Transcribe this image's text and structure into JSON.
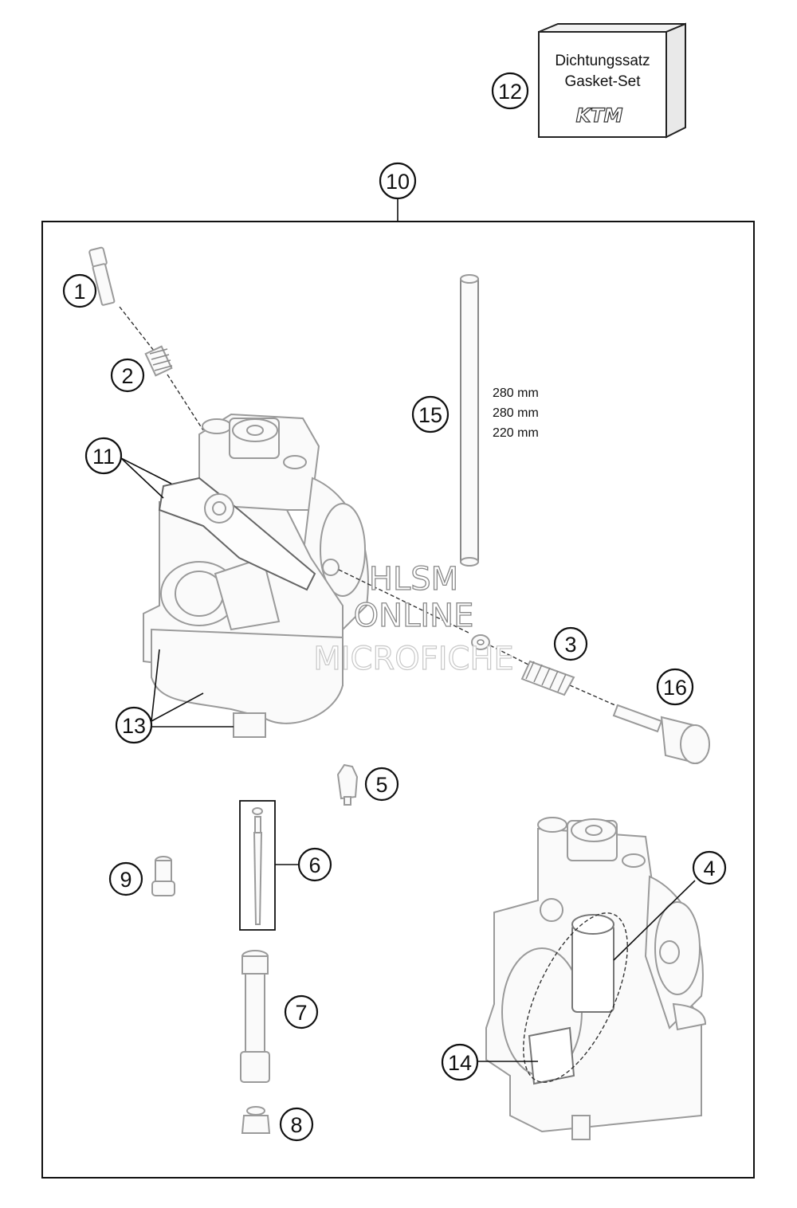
{
  "gasket_box": {
    "line1": "Dichtungssatz",
    "line2": "Gasket-Set",
    "logo": "KTM"
  },
  "tube_lengths": [
    "280 mm",
    "280 mm",
    "220 mm"
  ],
  "callouts": {
    "c1": "1",
    "c2": "2",
    "c3": "3",
    "c4": "4",
    "c5": "5",
    "c6": "6",
    "c7": "7",
    "c8": "8",
    "c9": "9",
    "c10": "10",
    "c11": "11",
    "c12": "12",
    "c13": "13",
    "c14": "14",
    "c15": "15",
    "c16": "16"
  },
  "watermark": {
    "line1": "HLSM",
    "line2": "ONLINE",
    "line3": "MICROFICHE"
  }
}
